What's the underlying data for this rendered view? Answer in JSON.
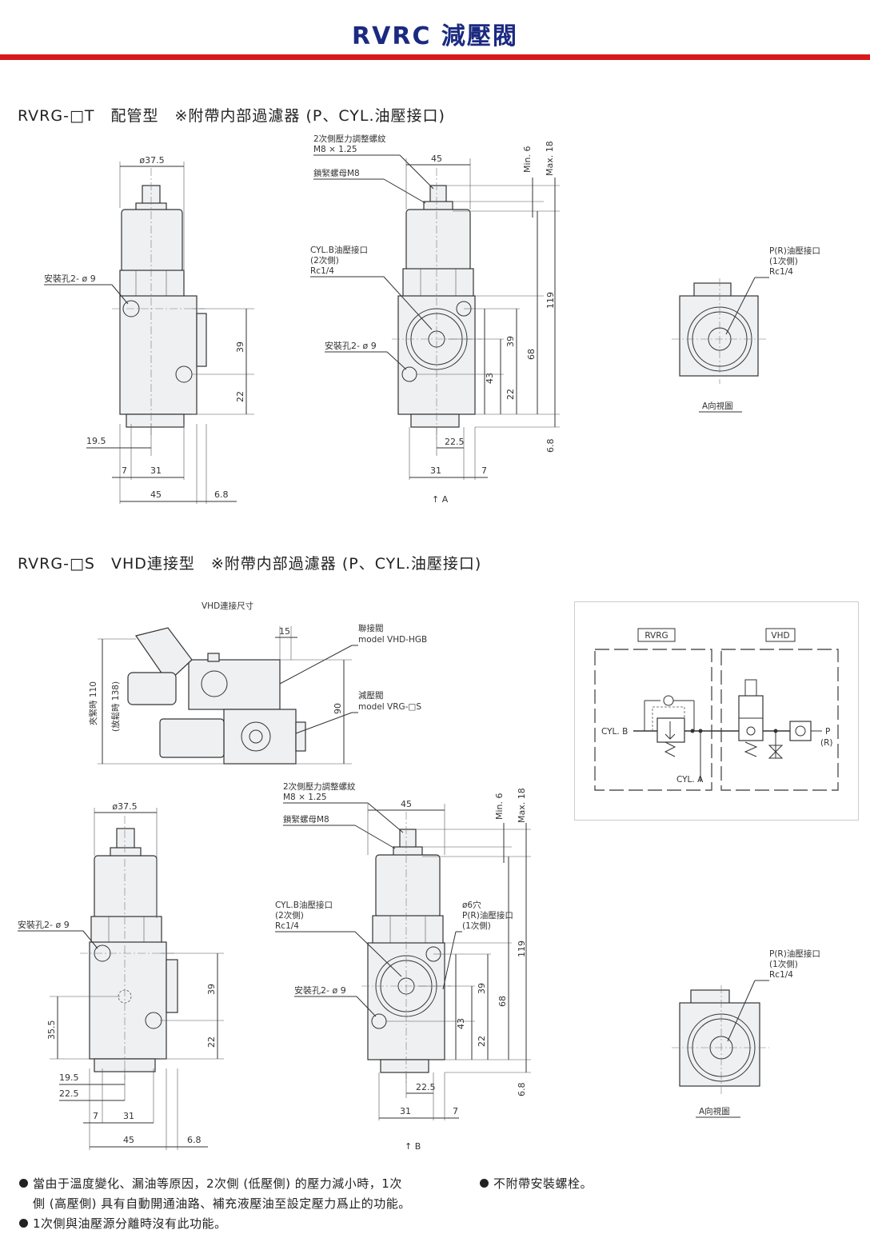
{
  "header": {
    "title": "RVRC 減壓閥"
  },
  "section1": {
    "heading": "RVRG-□T　配管型　※附帶内部過濾器 (P、CYL.油壓接口)",
    "side": {
      "dia": "ø37.5",
      "hole": "安裝孔2- ø 9",
      "d39": "39",
      "d22": "22",
      "d19_5": "19.5",
      "d7": "7",
      "d31": "31",
      "d45": "45",
      "d6_8": "6.8"
    },
    "front": {
      "adj1": "2次側壓力調整螺紋",
      "adj2": "M8 × 1.25",
      "nut": "鎖緊螺母M8",
      "d45": "45",
      "min6": "Min. 6",
      "max18": "Max. 18",
      "cylb1": "CYL.B油壓接口",
      "cylb2": "(2次側)",
      "cylb3": "Rc1/4",
      "hole": "安裝孔2- ø 9",
      "d119": "119",
      "d39": "39",
      "d68": "68",
      "d43": "43",
      "d22": "22",
      "d22_5": "22.5",
      "d6_8": "6.8",
      "d31": "31",
      "d7": "7",
      "arrow": "↑ A"
    },
    "view": {
      "p1": "P(R)油壓接口",
      "p2": "(1次側)",
      "p3": "Rc1/4",
      "caption": "A向視圖"
    }
  },
  "section2": {
    "heading": "RVRG-□S　VHD連接型　※附帶内部過濾器 (P、CYL.油壓接口)",
    "vhd": {
      "title": "VHD連接尺寸",
      "d15": "15",
      "v1": "聯接閥",
      "v2": "model VHD-HGB",
      "r1": "減壓閥",
      "r2": "model VRG-□S",
      "d90": "90",
      "clamp1": "夾緊時 110",
      "clamp2": "(放鬆時 138)"
    },
    "side": {
      "dia": "ø37.5",
      "hole": "安裝孔2- ø 9",
      "d39": "39",
      "d22": "22",
      "d35_5": "35.5",
      "d19_5": "19.5",
      "d22_5": "22.5",
      "d7": "7",
      "d31": "31",
      "d45": "45",
      "d6_8": "6.8"
    },
    "front": {
      "adj1": "2次側壓力調整螺紋",
      "adj2": "M8 × 1.25",
      "nut": "鎖緊螺母M8",
      "d45": "45",
      "min6": "Min. 6",
      "max18": "Max. 18",
      "cylb1": "CYL.B油壓接口",
      "cylb2": "(2次側)",
      "cylb3": "Rc1/4",
      "hole6": "ø6穴",
      "pr1": "P(R)油壓接口",
      "pr2": "(1次側)",
      "hole": "安裝孔2- ø 9",
      "d119": "119",
      "d39": "39",
      "d68": "68",
      "d43": "43",
      "d22": "22",
      "d22_5": "22.5",
      "d6_8": "6.8",
      "d31": "31",
      "d7": "7",
      "arrow": "↑ B"
    },
    "view": {
      "p1": "P(R)油壓接口",
      "p2": "(1次側)",
      "p3": "Rc1/4",
      "caption": "A向視圖"
    },
    "circuit": {
      "rvrg": "RVRG",
      "vhd": "VHD",
      "cylb": "CYL. B",
      "cyla": "CYL. A",
      "p": "P",
      "r": "(R)"
    }
  },
  "notes": {
    "n1a": "當由于溫度變化、漏油等原因，2次側 (低壓側) 的壓力減小時，1次",
    "n1b": "側 (高壓側) 具有自動開通油路、補充液壓油至設定壓力爲止的功能。",
    "n2": "1次側與油壓源分離時沒有此功能。",
    "n3": "不附帶安裝螺栓。"
  }
}
